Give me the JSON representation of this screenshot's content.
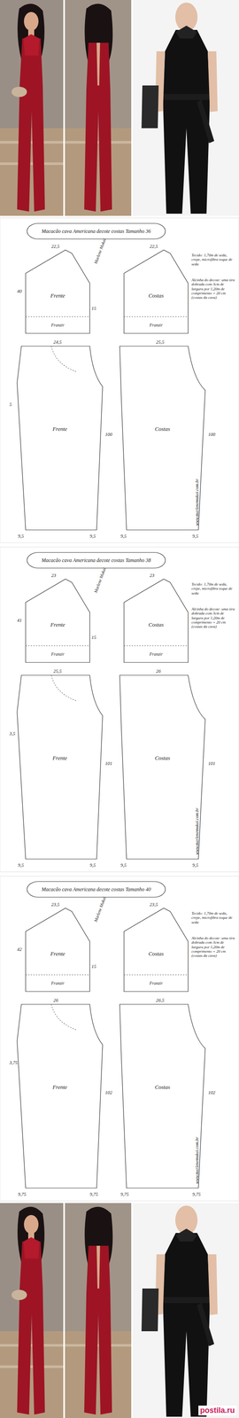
{
  "diagram": {
    "nodes": [
      {
        "text": [
          "Macacão cava Americana decote costas Tamanho 36"
        ]
      },
      {
        "text": [
          "Frente",
          "Franzir"
        ]
      },
      {
        "text": [
          "Costas",
          "Franzir"
        ]
      },
      {
        "text": [
          "Frente"
        ]
      },
      {
        "text": [
          "Costas"
        ]
      },
      {
        "text": [
          "Macacão cava Americana decote costas Tamanho 38"
        ]
      },
      {
        "text": [
          "Frente",
          "Franzir"
        ]
      },
      {
        "text": [
          "Costas",
          "Franzir"
        ]
      },
      {
        "text": [
          "Frente"
        ]
      },
      {
        "text": [
          "Costas"
        ]
      },
      {
        "text": [
          "Macacão cava Americana decote costas Tamanho 40"
        ]
      },
      {
        "text": [
          "Frente",
          "Franzir"
        ]
      },
      {
        "text": [
          "Costas",
          "Franzir"
        ]
      },
      {
        "text": [
          "Frente"
        ]
      },
      {
        "text": [
          "Costas"
        ]
      }
    ],
    "labels": [
      "22,5",
      "40",
      "22,5",
      "Tecido: 1,70m de seda, crepe, microfibra toque de seda",
      "Alcinha do decote: uma tira dobrada com 3cm de largura por 1,20m de comprimento + 20 cm (costas da cava)",
      "24,5",
      "5",
      "100",
      "9,5",
      "9,5",
      "25,5",
      "100",
      "9,5",
      "9,5",
      "Marlene Mukai",
      "www.marlenemukai.com.br",
      "15",
      "23",
      "41",
      "23",
      "Tecido: 1,70m de seda, crepe, microfibra toque de seda",
      "Alcinha do decote: uma tira dobrada com 3cm de largura por 1,20m de comprimento + 20 cm (costas da cava)",
      "25,5",
      "3,5",
      "101",
      "9,5",
      "9,5",
      "26",
      "101",
      "9,5",
      "9,5",
      "Marlene Mukai",
      "www.marlenemukai.com.br",
      "15",
      "23,5",
      "42",
      "23,5",
      "Tecido: 1,70m de seda, crepe, microfibra toque de seda",
      "Alcinha do decote: uma tira dobrada com 3cm de largura por 1,20m de comprimento + 20 cm (costas da cava)",
      "26",
      "3,75",
      "102",
      "9,75",
      "9,75",
      "26,5",
      "102",
      "9,75",
      "9,75",
      "Marlene Mukai",
      "www.marlenemukai.com.br",
      "15",
      "postila.ru"
    ]
  }
}
